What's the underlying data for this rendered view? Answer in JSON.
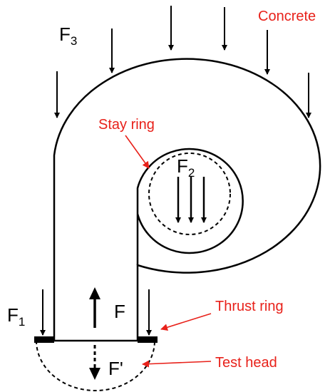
{
  "labels": {
    "f3": "F",
    "f3_sub": "3",
    "f2": "F",
    "f2_sub": "2",
    "f1": "F",
    "f1_sub": "1",
    "f": "F",
    "f_prime": "F'",
    "concrete": "Concrete",
    "stay_ring": "Stay ring",
    "thrust_ring": "Thrust ring",
    "test_head": "Test head"
  },
  "colors": {
    "annotation": "#e8211a",
    "line": "#000000"
  }
}
